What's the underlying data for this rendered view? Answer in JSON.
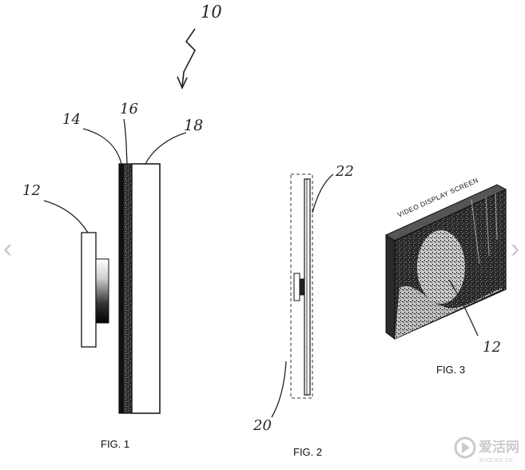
{
  "figures": {
    "fig1": {
      "caption": "FIG. 1"
    },
    "fig2": {
      "caption": "FIG. 2"
    },
    "fig3": {
      "caption": "FIG. 3",
      "screen_label": "VIDEO DISPLAY SCREEN"
    }
  },
  "reference_numerals": {
    "r10": "10",
    "r14": "14",
    "r16": "16",
    "r18": "18",
    "r12a": "12",
    "r22": "22",
    "r20": "20",
    "r12b": "12"
  },
  "nav": {
    "prev_symbol": "‹",
    "next_symbol": "›"
  },
  "watermark": {
    "text": "爱活网",
    "subtext": "EVOLIFE.CN"
  }
}
